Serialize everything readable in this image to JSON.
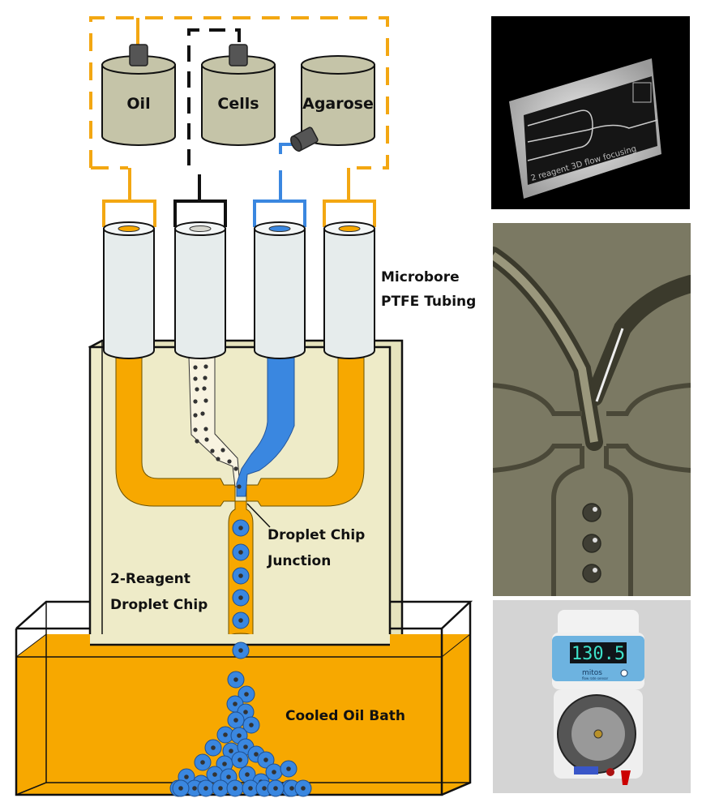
{
  "schematic": {
    "reservoirs": [
      {
        "label": "Oil",
        "line_color": "#F3A712",
        "line_style": "dashed"
      },
      {
        "label": "Cells",
        "line_color": "#111111",
        "line_style": "dashed"
      },
      {
        "label": "Agarose",
        "line_color": "#3A87E0",
        "line_style": "dashed"
      }
    ],
    "tubing_label_line1": "Microbore",
    "tubing_label_line2": "PTFE Tubing",
    "junction_label_line1": "Droplet Chip",
    "junction_label_line2": "Junction",
    "chip_label_line1": "2-Reagent",
    "chip_label_line2": "Droplet Chip",
    "bath_label": "Cooled Oil Bath",
    "colors": {
      "oil": "#F7A800",
      "agarose": "#3A87E0",
      "chip": "#EEEBC8",
      "reservoir": "#C5C4A8",
      "tubing": "#E6ECEC",
      "cell_nucleus": "#333333"
    }
  },
  "photos": {
    "chip_photo": {
      "engraved_text": "2 reagent 3D flow focusing"
    },
    "microscope_photo": {
      "droplets_visible": 3
    },
    "flow_sensor_photo": {
      "display_value": "130.5",
      "brand": "mitos",
      "subtitle": "flow rate sensor"
    }
  }
}
